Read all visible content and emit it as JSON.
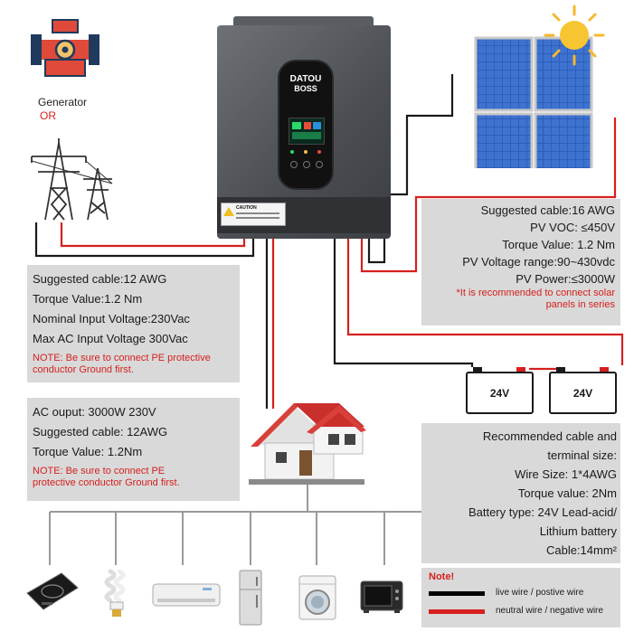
{
  "generator": {
    "label": "Generator",
    "or": "OR"
  },
  "inverter": {
    "brand_top": "DATOU",
    "brand_bottom": "BOSS",
    "caution": "CAUTION"
  },
  "pv_panel": {
    "lines": [
      "Suggested cable:16 AWG",
      "PV VOC: ≤450V",
      "Torque Value: 1.2 Nm",
      "PV Voltage range:90~430vdc",
      "PV Power:≤3000W"
    ],
    "note": [
      "*It is recommended to connect solar",
      "panels in series"
    ]
  },
  "ac_input_panel": {
    "lines": [
      "Suggested cable:12 AWG",
      "Torque Value:1.2 Nm",
      "Nominal Input Voltage:230Vac",
      "Max AC Input Voltage 300Vac"
    ],
    "note": [
      "NOTE: Be sure to connect PE protective",
      "conductor Ground first."
    ]
  },
  "ac_output_panel": {
    "lines": [
      "AC ouput: 3000W 230V",
      "Suggested cable: 12AWG",
      "Torque Value: 1.2Nm"
    ],
    "note": [
      "NOTE: Be sure to connect PE",
      "protective conductor Ground first."
    ]
  },
  "batteries": [
    {
      "label": "24V"
    },
    {
      "label": "24V"
    }
  ],
  "battery_panel": {
    "lines": [
      "Recommended cable and",
      "terminal size:",
      "Wire Size: 1*4AWG",
      "Torque value: 2Nm",
      "Battery type: 24V Lead-acid/",
      "Lithium battery",
      "Cable:14mm²"
    ]
  },
  "legend": {
    "title": "Note!",
    "items": [
      {
        "label": "live wire / postive wire",
        "color": "#000000"
      },
      {
        "label": "neutral wire / negative wire",
        "color": "#d6201e"
      }
    ]
  },
  "colors": {
    "wire_black": "#1a1a1a",
    "wire_red": "#d6201e",
    "panel_bg": "#d9d9d9"
  }
}
